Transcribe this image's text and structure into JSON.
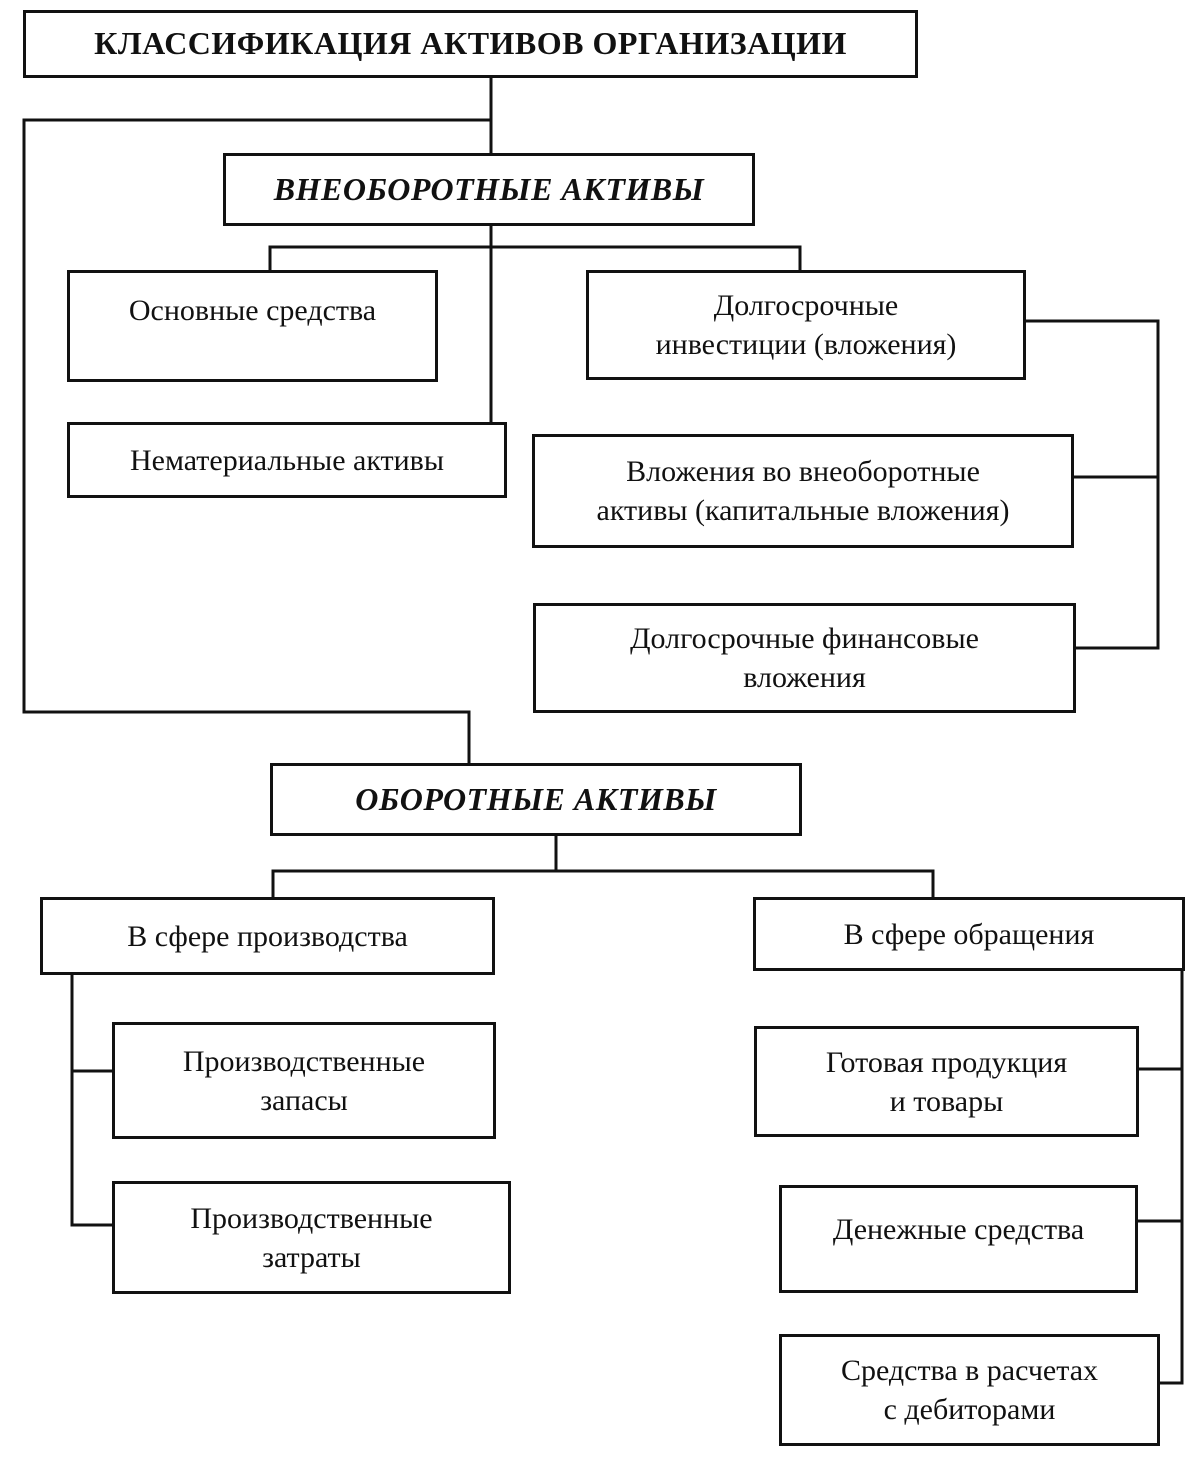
{
  "diagram": {
    "title": "КЛАССИФИКАЦИЯ АКТИВОВ ОРГАНИЗАЦИИ",
    "non_current": {
      "heading": "ВНЕОБОРОТНЫЕ АКТИВЫ",
      "fixed_assets": "Основные средства",
      "intangible_assets": "Нематериальные активы",
      "long_term_investments": [
        "Долгосрочные",
        "инвестиции (вложения)"
      ],
      "capital_investments": [
        "Вложения во внеоборотные",
        "активы (капитальные вложения)"
      ],
      "long_term_financial": [
        "Долгосрочные финансовые",
        "вложения"
      ]
    },
    "current": {
      "heading": "ОБОРОТНЫЕ АКТИВЫ",
      "production_sphere": "В сфере производства",
      "circulation_sphere": "В сфере обращения",
      "production_inventories": [
        "Производственные",
        "запасы"
      ],
      "production_costs": [
        "Производственные",
        "затраты"
      ],
      "finished_goods": [
        "Готовая продукция",
        "и товары"
      ],
      "cash": "Денежные средства",
      "receivables": [
        "Средства в расчетах",
        "с дебиторами"
      ]
    }
  }
}
